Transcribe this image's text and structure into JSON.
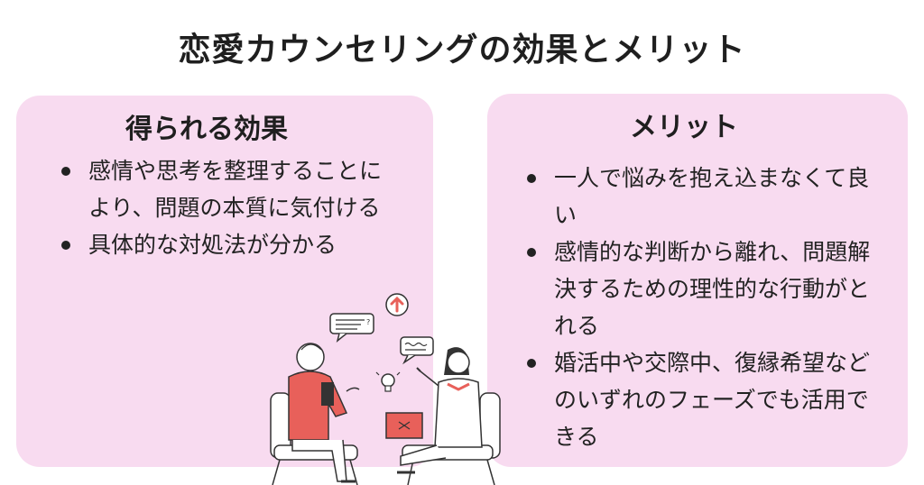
{
  "page": {
    "title": "恋愛カウンセリングの効果とメリット"
  },
  "effects": {
    "heading": "得られる効果",
    "items": [
      "感情や思考を整理することにより、問題の本質に気付ける",
      "具体的な対処法が分かる"
    ]
  },
  "merits": {
    "heading": "メリット",
    "items": [
      "一人で悩みを抱え込まなくて良い",
      "感情的な判断から離れ、問題解決するための理性的な行動がとれる",
      "婚活中や交際中、復縁希望などのいずれのフェーズでも活用できる"
    ]
  },
  "colors": {
    "card_background": "#f8dbf0",
    "accent_red": "#e8605a",
    "text": "#222222"
  },
  "illustration": {
    "description_icons": [
      "speech-bubble-icon",
      "up-arrow-icon",
      "lightbulb-icon",
      "clipboard-icon",
      "laptop-icon"
    ]
  }
}
